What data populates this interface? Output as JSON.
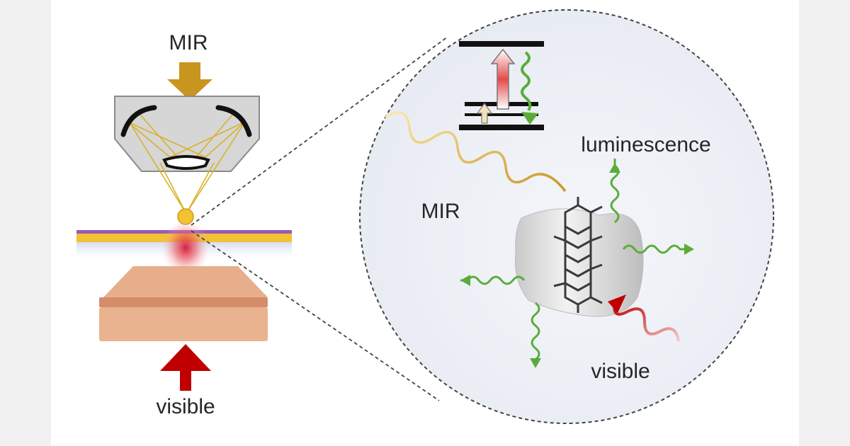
{
  "labels": {
    "left_top": "MIR",
    "left_bottom": "visible",
    "circle_mir": "MIR",
    "circle_luminescence": "luminescence",
    "circle_visible": "visible"
  },
  "colors": {
    "page_margin": "#f1f1f1",
    "canvas": "#ffffff",
    "mir_arrow": "#c8961e",
    "visible_arrow": "#c00000",
    "luminescence_wave": "#5aac3a",
    "objective_body": "#d3d3d3",
    "sample_gold": "#f2c230",
    "sample_purple": "#9b59b6",
    "substrate": "#e6a882",
    "zoom_circle_fill": "#eef1f6"
  }
}
